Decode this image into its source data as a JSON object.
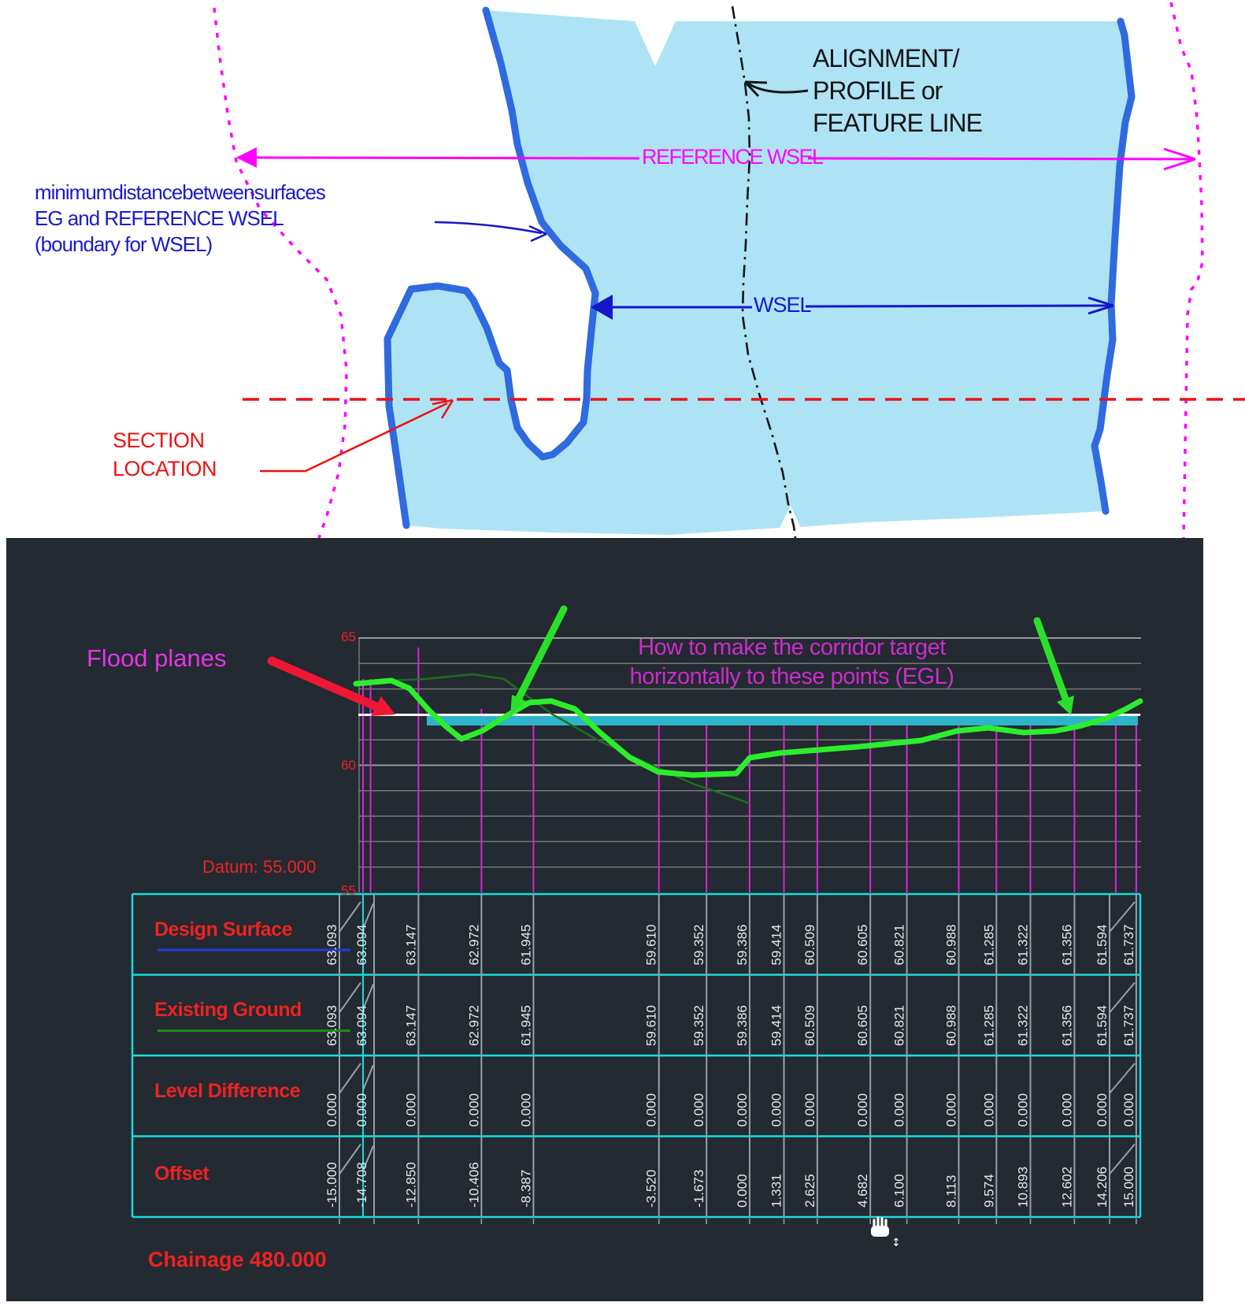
{
  "top_diagram": {
    "min_distance_label": {
      "lines": [
        "minimumdistancebetweensurfaces",
        "EG and REFERENCE WSEL",
        "(boundary for WSEL)"
      ]
    },
    "alignment_label": {
      "lines": [
        "ALIGNMENT/",
        "PROFILE or",
        "FEATURE LINE"
      ]
    },
    "reference_wsel_label": "REFERENCE WSEL",
    "wsel_label": "WSEL",
    "section_location_label": {
      "lines": [
        "SECTION",
        "LOCATION"
      ]
    },
    "colors": {
      "water_fill": "#aee3f5",
      "water_edge": "#2f6ae0",
      "magenta": "#ff00ff",
      "blue": "#1616cc",
      "red": "#ee1111",
      "black": "#141414"
    }
  },
  "section_view": {
    "annotations": {
      "flood_planes": "Flood planes",
      "corridor_target": {
        "lines": [
          "How to make the corridor target",
          "horizontally to these points (EGL)"
        ]
      }
    },
    "datum_label": "Datum: 55.000",
    "chainage_label": "Chainage 480.000",
    "axis_ticks": [
      {
        "label": "65",
        "elev": 65
      },
      {
        "label": "60",
        "elev": 60
      },
      {
        "label": "55",
        "elev": 55
      }
    ],
    "colors": {
      "panel_bg": "#232a31",
      "grid": "#767676",
      "grid_major": "#9a9a9a",
      "vert_magenta": "#d926d9",
      "table_cyan": "#14dede",
      "col_gray": "#98a0a8",
      "value_text": "#e9e9ec",
      "green_bright": "#2dee2d",
      "green_dark": "#1d6f1d",
      "teal_band": "#2db4c8",
      "white_line": "#ffffff",
      "annot_red": "#ee1733",
      "annot_green": "#2be02b",
      "label_red": "#ee2222"
    }
  },
  "table": {
    "rows": [
      {
        "label": "Design Surface",
        "underline": "#2439d6",
        "values": [
          "63.093",
          "63.094",
          "63.147",
          "62.972",
          "61.945",
          "59.610",
          "59.352",
          "59.386",
          "59.414",
          "60.509",
          "60.605",
          "60.821",
          "60.988",
          "61.285",
          "61.322",
          "61.356",
          "61.594",
          "61.737"
        ]
      },
      {
        "label": "Existing Ground",
        "underline": "#1c8a1c",
        "values": [
          "63.093",
          "63.094",
          "63.147",
          "62.972",
          "61.945",
          "59.610",
          "59.352",
          "59.386",
          "59.414",
          "60.509",
          "60.605",
          "60.821",
          "60.988",
          "61.285",
          "61.322",
          "61.356",
          "61.594",
          "61.737"
        ]
      },
      {
        "label": "Level Difference",
        "underline": "",
        "values": [
          "0.000",
          "0.000",
          "0.000",
          "0.000",
          "0.000",
          "0.000",
          "0.000",
          "0.000",
          "0.000",
          "0.000",
          "0.000",
          "0.000",
          "0.000",
          "0.000",
          "0.000",
          "0.000",
          "0.000",
          "0.000"
        ]
      },
      {
        "label": "Offset",
        "underline": "",
        "values": [
          "-15.000",
          "-14.708",
          "-12.850",
          "-10.406",
          "-8.387",
          "-3.520",
          "-1.673",
          "0.000",
          "1.331",
          "2.625",
          "4.682",
          "6.100",
          "8.113",
          "9.574",
          "10.893",
          "12.602",
          "14.206",
          "15.000"
        ]
      }
    ]
  },
  "chart_data": {
    "type": "line",
    "x": [
      -15,
      -14.708,
      -12.85,
      -10.406,
      -8.387,
      -3.52,
      -1.673,
      0,
      1.331,
      2.625,
      4.682,
      6.1,
      8.113,
      9.574,
      10.893,
      12.602,
      14.206,
      15
    ],
    "series": [
      {
        "name": "Existing Ground",
        "color": "#2dee2d",
        "values": [
          63.093,
          63.094,
          63.147,
          62.972,
          61.945,
          59.61,
          59.352,
          59.386,
          59.414,
          60.509,
          60.605,
          60.821,
          60.988,
          61.285,
          61.322,
          61.356,
          61.594,
          61.737
        ]
      },
      {
        "name": "Design Surface",
        "color": "#1d6f1d",
        "values": [
          63.093,
          63.094,
          63.147,
          62.972,
          61.945,
          59.61,
          59.352,
          59.386,
          59.414,
          60.509,
          60.605,
          60.821,
          60.988,
          61.285,
          61.322,
          61.356,
          61.594,
          61.737
        ]
      }
    ],
    "flood_plane_elevation": 62.0,
    "datum": 55.0,
    "ylim": [
      55,
      65
    ],
    "grid": true,
    "legend_position": "none",
    "xlabel": "",
    "ylabel": ""
  }
}
